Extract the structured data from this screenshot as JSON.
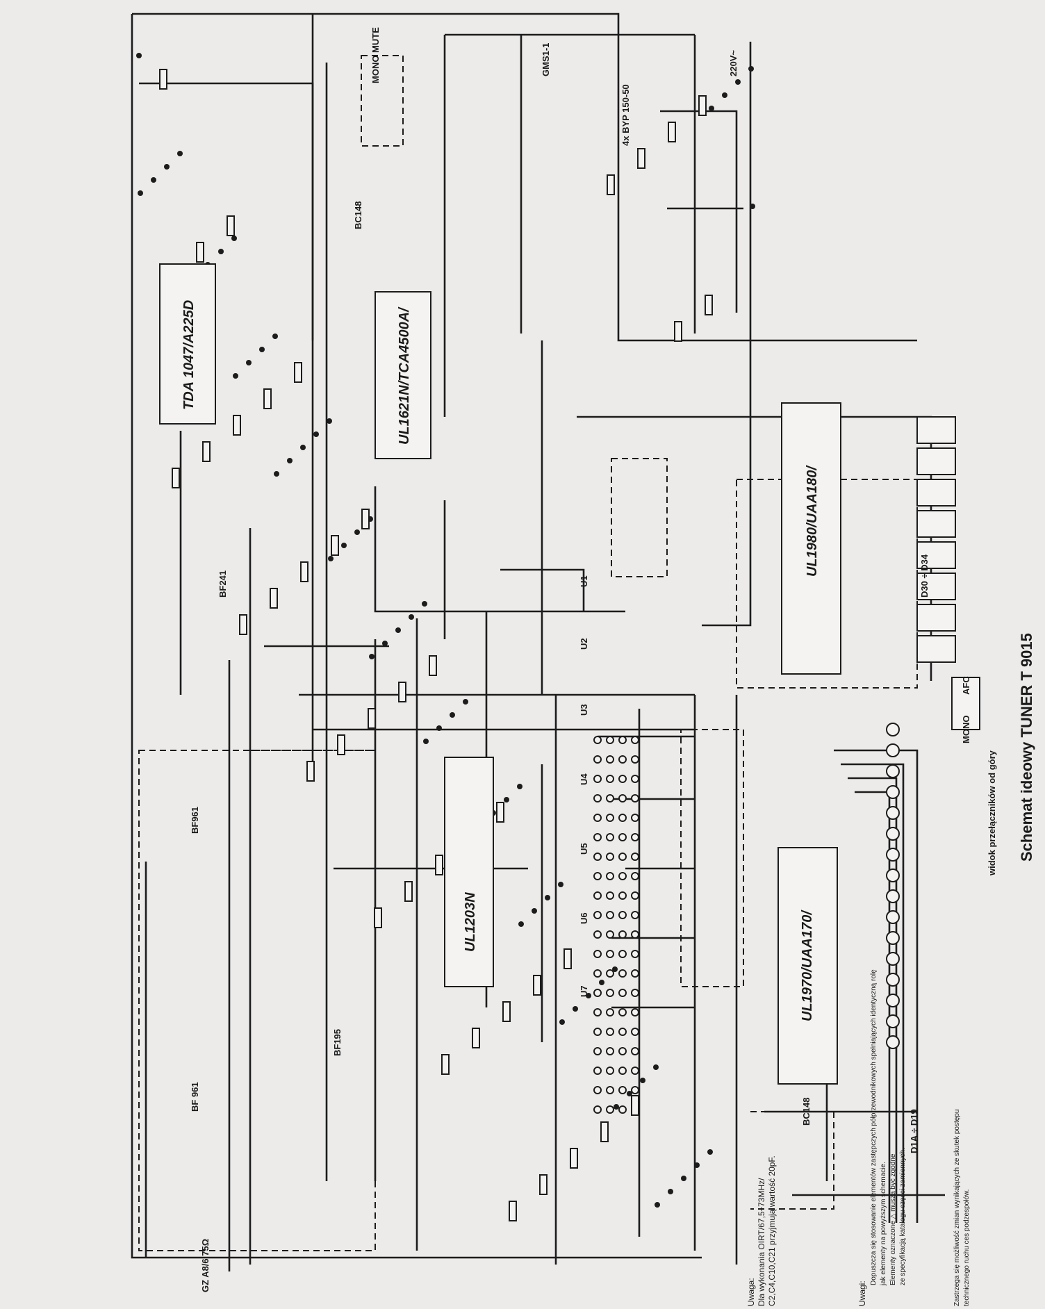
{
  "title": "Schemat ideowy TUNER T 9015",
  "ics": {
    "ic1": "TDA 1047/A225D",
    "ic2": "UL1621N/TCA4500A/",
    "ic3": "UL1203N",
    "ic4": "UL1980/UAA180/",
    "ic5": "UL1970/UAA170/"
  },
  "labels": {
    "mains": "220V~",
    "mono_mute": "MONO MUTE",
    "antenna": "GZ A8/6 75Ω",
    "rectifier": "4x BYP 150-50",
    "leds_a": "D1A ÷ D19",
    "leds_b": "D30 ÷ D34",
    "switch_view": "widok przełączników od góry",
    "t1": "BF 961",
    "t2": "BF961",
    "t3": "BF195",
    "t13": "BF241",
    "t7": "BC148",
    "t10": "BC148",
    "out": "GMS1-1",
    "sw_u": [
      "U1",
      "U2",
      "U3",
      "U4",
      "U5",
      "U6",
      "U7"
    ],
    "afc": "AFC",
    "mono": "MONO"
  },
  "notes": {
    "note1_head": "Uwaga:",
    "note1_l1": "Dla wykonania OIRT/67,5÷73MHz/",
    "note1_l2": "C2,C4,C10,C21 przyjmują wartość 20pF.",
    "note2_head": "Uwagi:",
    "note2_l1": "Dopuszcza się stosowanie elementów zastępczych półprzewodnikowych spełniających identyczną rolę",
    "note2_l2": "jak elementy na powyższym schemacie.",
    "note2_l3": "Elementy oznaczone △ muszą być zgodne",
    "note2_l4": "ze specyfikacją katalogu części zamiennych.",
    "note3_l1": "Zastrzega się możliwość zmian wynikających ze skutek postępu",
    "note3_l2": "technicznego ruchu ces podzespołów."
  }
}
